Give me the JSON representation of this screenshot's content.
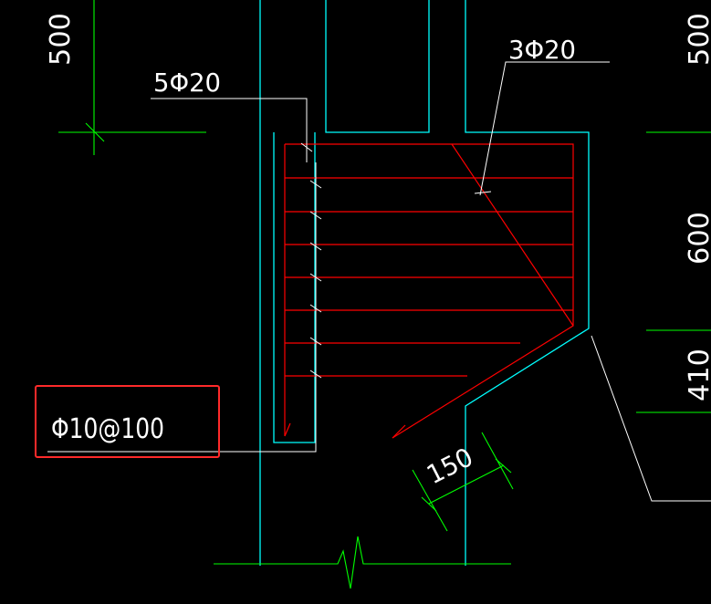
{
  "colors": {
    "background": "#000000",
    "concrete_outline": "#00ffff",
    "rebar": "#ff0000",
    "dimension": "#00ff00",
    "leader": "#ffffff",
    "text": "#ffffff",
    "selection_box": "#ff2a2a"
  },
  "annotations": {
    "bars_left": "5Φ20",
    "bars_diagonal": "3Φ20",
    "stirrups": "Φ10@100"
  },
  "dimensions": {
    "left_top": "500",
    "right_top": "500",
    "right_mid": "600",
    "right_low": "410",
    "haunch": "150"
  }
}
